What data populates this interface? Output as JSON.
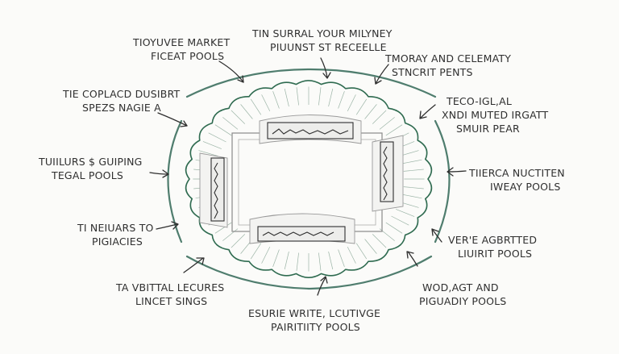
{
  "colors": {
    "ink": "#2f2f2f",
    "ring": "#4f7d6e",
    "scallop": "#2f6b50",
    "paper": "#fbfbf9"
  },
  "labels": [
    {
      "id": "top-left",
      "lines": [
        "TIOYUVEE MARKET",
        "FICEAT POOLS"
      ]
    },
    {
      "id": "top-center",
      "lines": [
        "TIN SURRAL YOUR MILYNEY",
        "PIUUNST ST RECEELLE"
      ]
    },
    {
      "id": "top-right",
      "lines": [
        "TMORAY AND CELEMATY",
        "STNCRIT PENTS"
      ]
    },
    {
      "id": "upper-left",
      "lines": [
        "TIE COPLACD DUSIBRT",
        "SPEZS NAGIE A"
      ]
    },
    {
      "id": "upper-right",
      "lines": [
        "TECO-IGL,AL",
        "XNDI MUTED IRGATT",
        "SMUIR PEAR"
      ]
    },
    {
      "id": "mid-left",
      "lines": [
        "TUIILURS $ GUIPING",
        "TEGAL POOLS"
      ]
    },
    {
      "id": "mid-right",
      "lines": [
        "TIIERCA NUCTITEN",
        "IWEAY POOLS"
      ]
    },
    {
      "id": "lower-left",
      "lines": [
        "TI NEIUARS TO",
        "PIGIACIES"
      ]
    },
    {
      "id": "lower-right",
      "lines": [
        "VER'E AGBRTTED",
        "LIUIRIT POOLS"
      ]
    },
    {
      "id": "bottom-left",
      "lines": [
        "TA VBITTAL LECURES",
        "LINCET SINGS"
      ]
    },
    {
      "id": "bottom-center",
      "lines": [
        "ESURIE WRITE, LCUTIVGE",
        "PAIRITIITY POOLS"
      ]
    },
    {
      "id": "bottom-right",
      "lines": [
        "WOD,AGT AND",
        "PIGUADIY POOLS"
      ]
    }
  ]
}
